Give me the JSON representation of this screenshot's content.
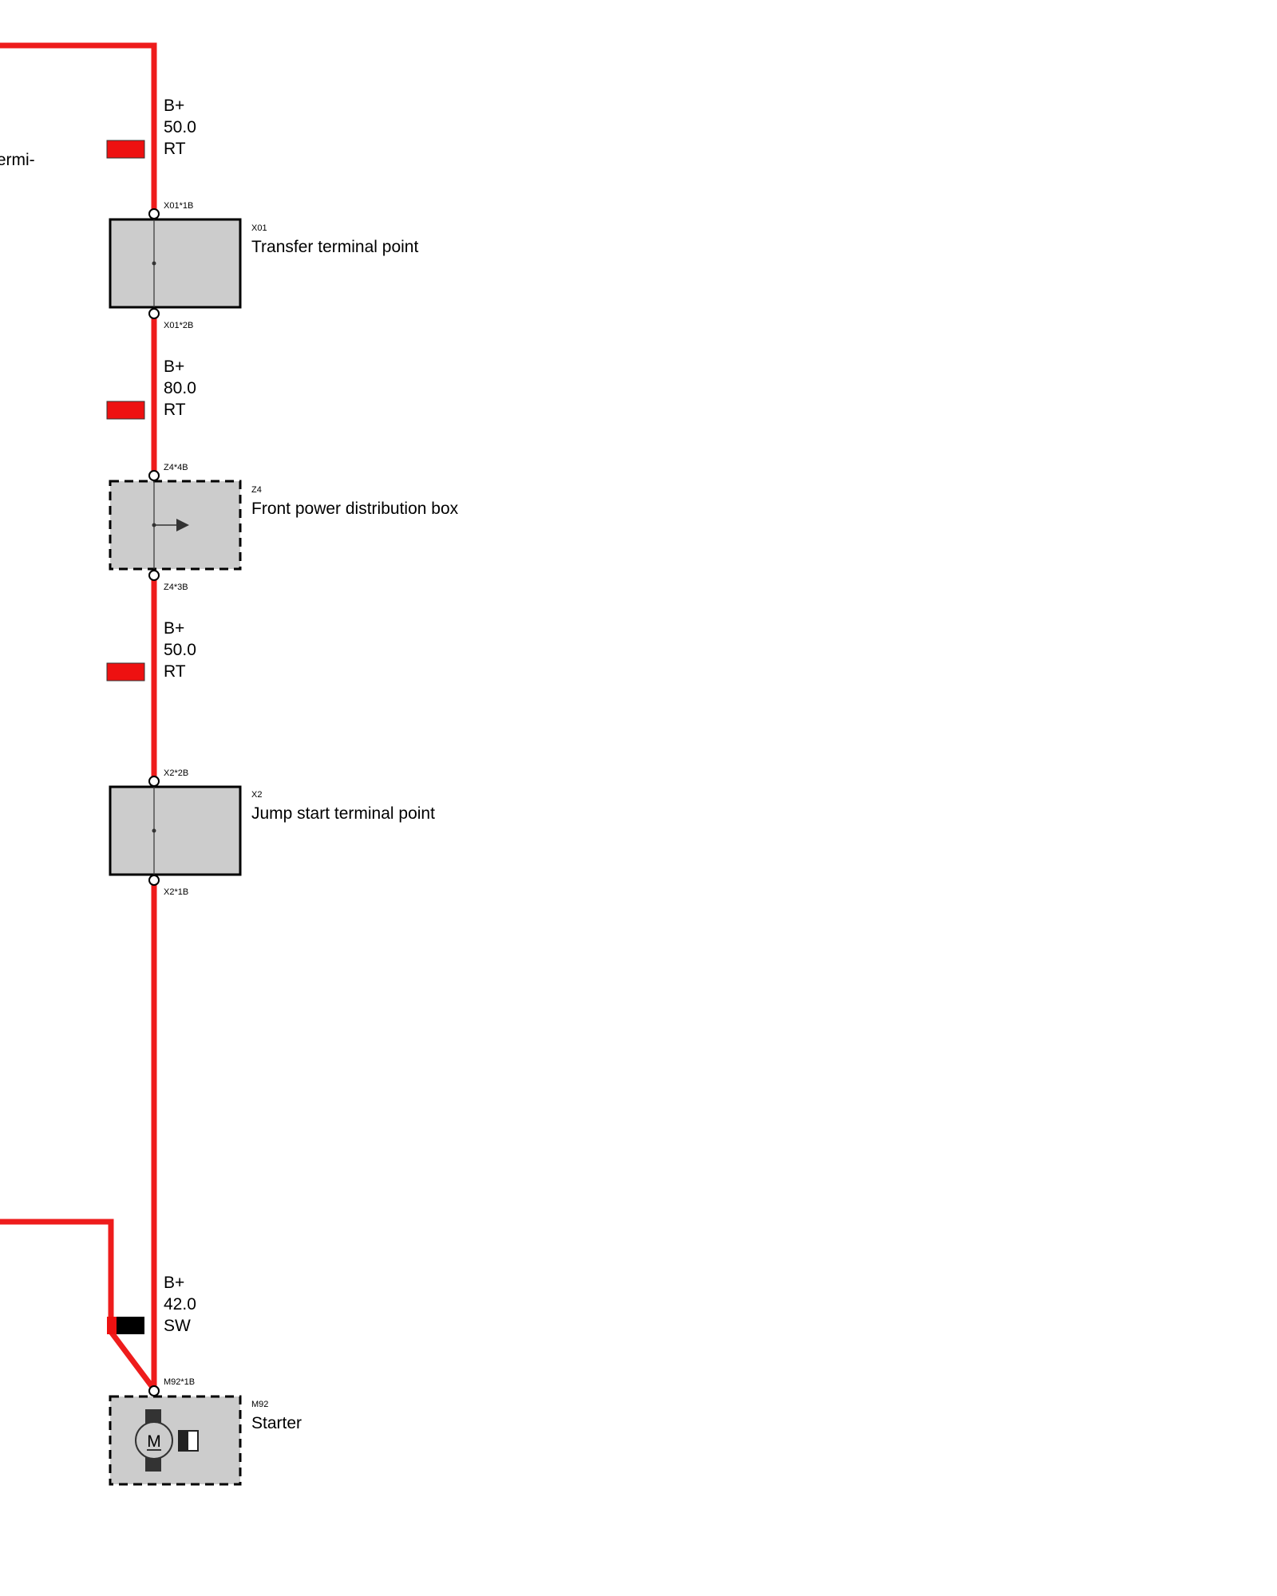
{
  "colors": {
    "wire": "#ee1c1c",
    "wire_color_RT": "#ee1111",
    "wire_color_SW": "#000000",
    "box_fill": "#cccccc",
    "box_stroke": "#000000"
  },
  "edge_text": "termi-",
  "wire_labels": [
    {
      "signal": "B+",
      "size": "50.0",
      "color": "RT"
    },
    {
      "signal": "B+",
      "size": "80.0",
      "color": "RT"
    },
    {
      "signal": "B+",
      "size": "50.0",
      "color": "RT"
    },
    {
      "signal": "B+",
      "size": "42.0",
      "color": "SW"
    }
  ],
  "components": [
    {
      "id": "X01",
      "name": "Transfer terminal point",
      "pin_top": "X01*1B",
      "pin_bottom": "X01*2B",
      "style": "solid",
      "icon": "pass-through-icon"
    },
    {
      "id": "Z4",
      "name": "Front power distribution box",
      "pin_top": "Z4*4B",
      "pin_bottom": "Z4*3B",
      "style": "dashed",
      "icon": "branch-arrow-icon"
    },
    {
      "id": "X2",
      "name": "Jump start terminal point",
      "pin_top": "X2*2B",
      "pin_bottom": "X2*1B",
      "style": "solid",
      "icon": "pass-through-icon"
    },
    {
      "id": "M92",
      "name": "Starter",
      "pin_top": "M92*1B",
      "pin_bottom": "",
      "style": "dashed",
      "icon": "motor-icon",
      "motor_letter": "M"
    }
  ]
}
